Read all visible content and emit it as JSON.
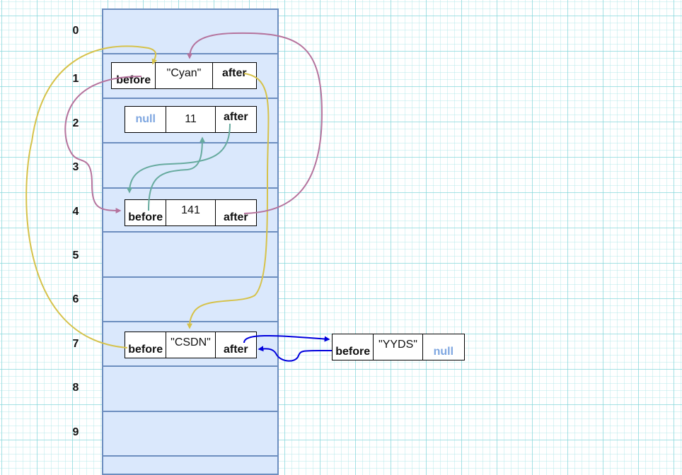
{
  "indices": [
    "0",
    "1",
    "2",
    "3",
    "4",
    "5",
    "6",
    "7",
    "8",
    "9"
  ],
  "nodes": {
    "n1": {
      "before": "before",
      "value": "\"Cyan\"",
      "after": "after"
    },
    "n2": {
      "prev": "null",
      "value": "11",
      "after": "after"
    },
    "n4": {
      "before": "before",
      "value": "141",
      "after": "after"
    },
    "n7": {
      "before": "before",
      "value": "\"CSDN\"",
      "after": "after"
    },
    "chain": {
      "before": "before",
      "value": "\"YYDS\"",
      "next": "null"
    }
  },
  "colors": {
    "array_fill": "#dae8fc",
    "array_border": "#6c8ebf",
    "arrow_yellow": "#d6c24a",
    "arrow_purple": "#b5739d",
    "arrow_teal": "#67ab9f",
    "arrow_blue": "#0000dd",
    "null_text": "#7ea6e0"
  }
}
